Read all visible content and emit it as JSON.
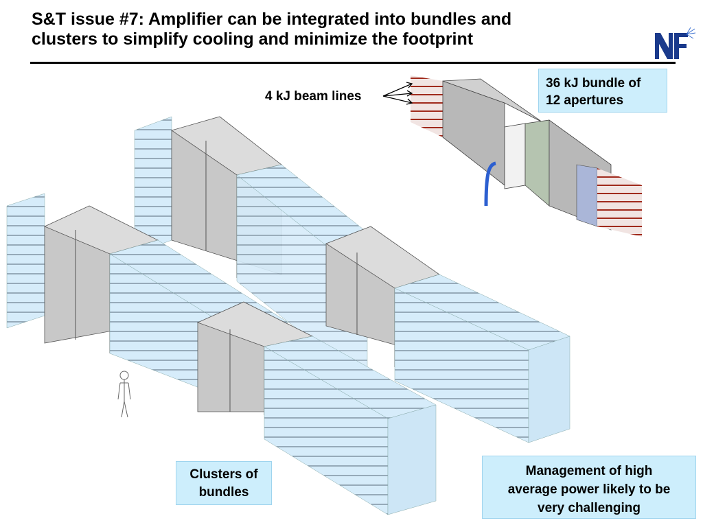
{
  "slide": {
    "title_line1": "S&T issue #7: Amplifier can be integrated into bundles and",
    "title_line2": "clusters to simplify cooling and minimize the footprint",
    "logo_alt": "NIF logo",
    "label_beam_lines": "4 kJ beam lines",
    "callout_bundle_line1": "36 kJ bundle of",
    "callout_bundle_line2": "12 apertures",
    "callout_clusters_line1": "Clusters of",
    "callout_clusters_line2": "bundles",
    "callout_power_line1": "Management of high",
    "callout_power_line2": "average power likely to be",
    "callout_power_line3": "very challenging"
  },
  "colors": {
    "accent_blue": "#cdeefc",
    "logo_blue": "#1a3a8c",
    "amplifier_gray": "#c8c8c8",
    "beam_red": "#b03020"
  }
}
